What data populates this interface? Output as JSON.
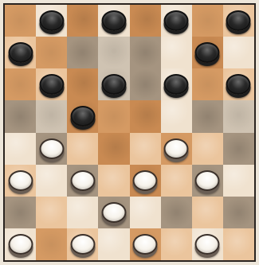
{
  "board": {
    "size": 8,
    "square_colors": {
      "light": "#f0e2cf",
      "dark": "#c98a52",
      "grey": "#a59480",
      "tan": "#d59a63",
      "peach": "#ebc59d",
      "lightgrey": "#cfc3b2"
    },
    "square_pattern": [
      [
        "tan",
        "light",
        "dark",
        "light",
        "dark",
        "light",
        "tan",
        "peach"
      ],
      [
        "peach",
        "tan",
        "grey",
        "lightgrey",
        "grey",
        "light",
        "dark",
        "light"
      ],
      [
        "tan",
        "peach",
        "dark",
        "lightgrey",
        "grey",
        "light",
        "tan",
        "peach"
      ],
      [
        "grey",
        "lightgrey",
        "dark",
        "tan",
        "dark",
        "light",
        "grey",
        "lightgrey"
      ],
      [
        "light",
        "grey",
        "peach",
        "dark",
        "peach",
        "tan",
        "peach",
        "grey"
      ],
      [
        "peach",
        "light",
        "grey",
        "peach",
        "dark",
        "peach",
        "grey",
        "light"
      ],
      [
        "grey",
        "peach",
        "light",
        "grey",
        "light",
        "grey",
        "peach",
        "grey"
      ],
      [
        "light",
        "tan",
        "peach",
        "light",
        "tan",
        "peach",
        "light",
        "peach"
      ]
    ],
    "pieces": [
      {
        "row": 0,
        "col": 1,
        "color": "black"
      },
      {
        "row": 0,
        "col": 3,
        "color": "black"
      },
      {
        "row": 0,
        "col": 5,
        "color": "black"
      },
      {
        "row": 0,
        "col": 7,
        "color": "black"
      },
      {
        "row": 1,
        "col": 0,
        "color": "black"
      },
      {
        "row": 1,
        "col": 6,
        "color": "black"
      },
      {
        "row": 2,
        "col": 1,
        "color": "black"
      },
      {
        "row": 2,
        "col": 3,
        "color": "black"
      },
      {
        "row": 2,
        "col": 5,
        "color": "black"
      },
      {
        "row": 2,
        "col": 7,
        "color": "black"
      },
      {
        "row": 3,
        "col": 2,
        "color": "black"
      },
      {
        "row": 4,
        "col": 1,
        "color": "white"
      },
      {
        "row": 4,
        "col": 5,
        "color": "white"
      },
      {
        "row": 5,
        "col": 0,
        "color": "white"
      },
      {
        "row": 5,
        "col": 2,
        "color": "white"
      },
      {
        "row": 5,
        "col": 4,
        "color": "white"
      },
      {
        "row": 5,
        "col": 6,
        "color": "white"
      },
      {
        "row": 6,
        "col": 3,
        "color": "white"
      },
      {
        "row": 7,
        "col": 0,
        "color": "white"
      },
      {
        "row": 7,
        "col": 2,
        "color": "white"
      },
      {
        "row": 7,
        "col": 4,
        "color": "white"
      },
      {
        "row": 7,
        "col": 6,
        "color": "white"
      }
    ]
  }
}
